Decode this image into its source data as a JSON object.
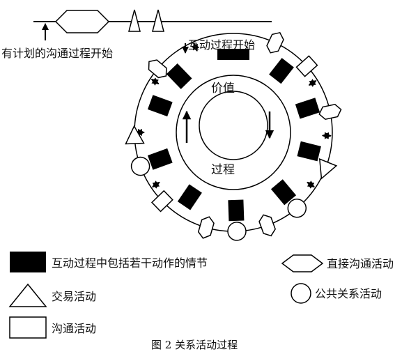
{
  "labels": {
    "planned_start": "有计划的沟通过程开始",
    "interaction_start": "互动过程开始",
    "value": "价值",
    "process": "过程"
  },
  "legend": {
    "episodes": "互动过程中包括若干动作的情节",
    "direct_communication": "直接沟通活动",
    "transaction": "交易活动",
    "public_relations": "公共关系活动",
    "communication": "沟通活动"
  },
  "caption": "图 2    关系活动过程",
  "colors": {
    "ink": "#000000",
    "paper": "#ffffff"
  }
}
